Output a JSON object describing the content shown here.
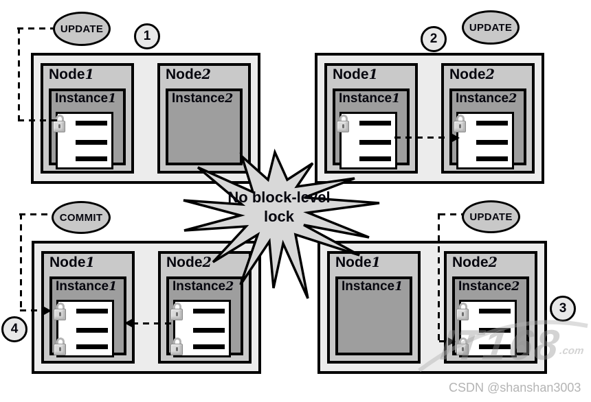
{
  "colors": {
    "bg": "#ffffff",
    "panel_fill": "#ececec",
    "node_fill": "#c9c9c9",
    "instance_fill": "#9e9e9e",
    "doc_fill": "#ffffff",
    "ellipse_fill": "#c8c8c8",
    "badge_fill": "#e8e8e8",
    "burst_fill": "#d8d8d8",
    "border": "#000000"
  },
  "burst": {
    "line1": "No block-level",
    "line2": "lock"
  },
  "watermark": {
    "brand": "IT168",
    "brand_suffix": ".com",
    "credit": "CSDN @shanshan3003"
  },
  "panels": [
    {
      "number": "1",
      "operation": "UPDATE",
      "nodes": [
        {
          "word": "Node",
          "num": "1",
          "instance": {
            "word": "Instance",
            "num": "1"
          }
        },
        {
          "word": "Node",
          "num": "2",
          "instance": {
            "word": "Instance",
            "num": "2"
          }
        }
      ]
    },
    {
      "number": "2",
      "operation": "UPDATE",
      "nodes": [
        {
          "word": "Node",
          "num": "1",
          "instance": {
            "word": "Instance",
            "num": "1"
          }
        },
        {
          "word": "Node",
          "num": "2",
          "instance": {
            "word": "Instance",
            "num": "2"
          }
        }
      ]
    },
    {
      "number": "3",
      "operation": "UPDATE",
      "nodes": [
        {
          "word": "Node",
          "num": "1",
          "instance": {
            "word": "Instance",
            "num": "1"
          }
        },
        {
          "word": "Node",
          "num": "2",
          "instance": {
            "word": "Instance",
            "num": "2"
          }
        }
      ]
    },
    {
      "number": "4",
      "operation": "COMMIT",
      "nodes": [
        {
          "word": "Node",
          "num": "1",
          "instance": {
            "word": "Instance",
            "num": "1"
          }
        },
        {
          "word": "Node",
          "num": "2",
          "instance": {
            "word": "Instance",
            "num": "2"
          }
        }
      ]
    }
  ]
}
